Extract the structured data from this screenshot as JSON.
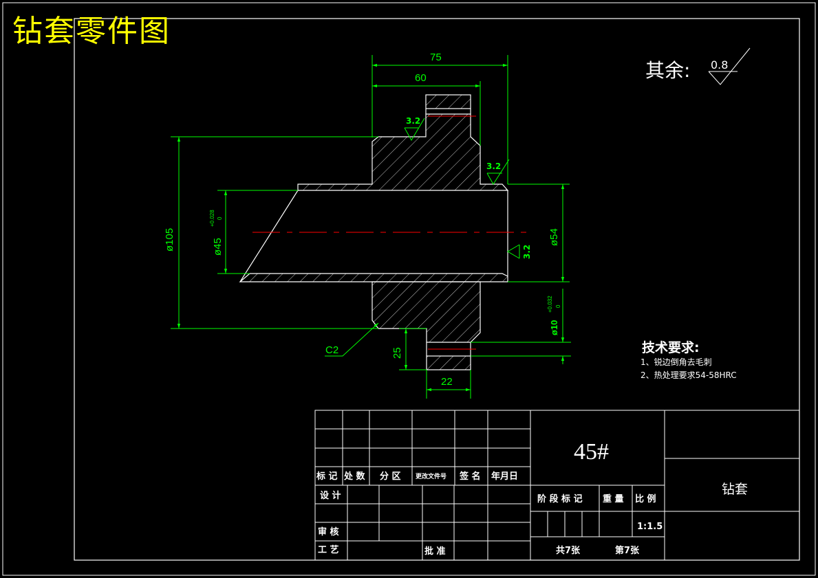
{
  "title": "钻套零件图",
  "roughness_note": {
    "label": "其余:",
    "value": "0.8"
  },
  "dimensions": {
    "d75": "75",
    "d60": "60",
    "d105": "ø105",
    "d45": "ø45",
    "d45_tol_upper": "+0.028",
    "d45_tol_lower": "0",
    "d54": "ø54",
    "d10": "ø10",
    "d10_tol_upper": "+0.032",
    "d10_tol_lower": "0",
    "d25": "25",
    "d22": "22",
    "chamfer": "C2"
  },
  "roughness_marks": [
    "3.2",
    "3.2",
    "3.2"
  ],
  "tech_requirements": {
    "heading": "技术要求:",
    "items": [
      "1、锐边倒角去毛刺",
      "2、热处理要求54-58HRC"
    ]
  },
  "title_block": {
    "material": "45#",
    "part_name": "钻套",
    "headers": [
      "标 记",
      "处 数",
      "分 区",
      "更改文件号",
      "签 名",
      "年月日"
    ],
    "design": "设 计",
    "review": "审 核",
    "process": "工 艺",
    "approve": "批 准",
    "stage_labels": [
      "阶 段 标 记",
      "重 量",
      "比 例"
    ],
    "scale": "1:1.5",
    "sheets_total": "共7张",
    "sheet_num": "第7张"
  },
  "colors": {
    "outline": "#ffffff",
    "dimension": "#00ff00",
    "centerline": "#ff0000",
    "title": "#ffff00"
  }
}
